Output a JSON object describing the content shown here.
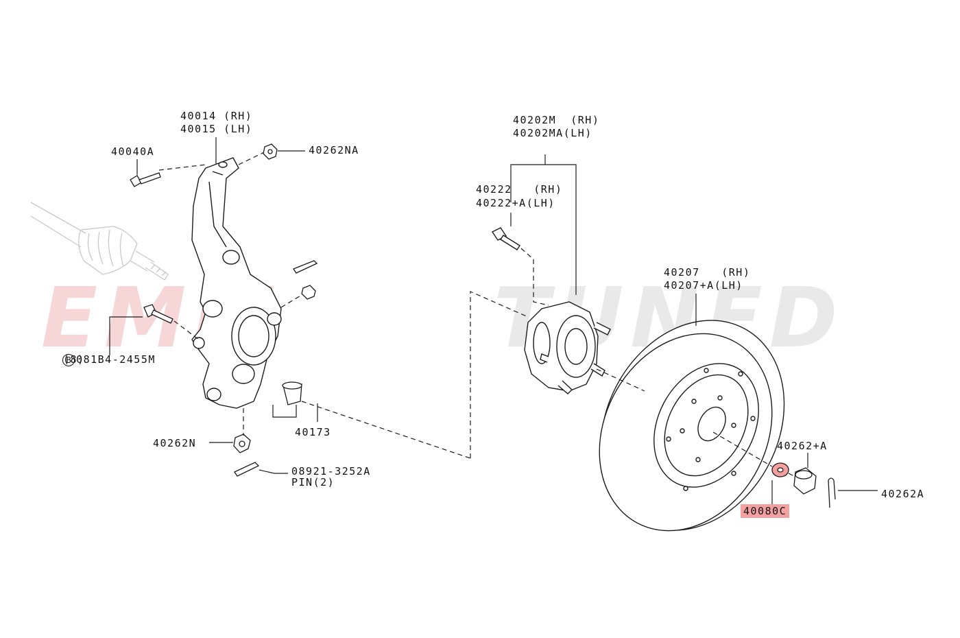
{
  "watermark": {
    "text_left": "EMM",
    "text_right": "TUNED",
    "color_left": "#f6d6d6",
    "color_right": "#e9e9e9"
  },
  "labels": {
    "knuckle_rh": "40014 (RH)",
    "knuckle_lh": "40015 (LH)",
    "bolt_40040a": "40040A",
    "nut_40262na": "40262NA",
    "bolt_081b4_mark": "B",
    "bolt_081b4": "081B4-2455M",
    "bolt_081b4_qty": "(8)",
    "nut_40262n": "40262N",
    "bushing_40173": "40173",
    "pin_08921": "08921-3252A",
    "pin_qty": "PIN(2)",
    "hub_rh": "40202M  (RH)",
    "hub_lh": "40202MA(LH)",
    "hubbolt_rh": "40222   (RH)",
    "hubbolt_lh": "40222+A(LH)",
    "rotor_rh": "40207   (RH)",
    "rotor_lh": "40207+A(LH)",
    "washer_40080c": "40080C",
    "nut_40262a_plus": "40262+A",
    "pin_40262a": "40262A"
  },
  "colors": {
    "line": "#1a1a1a",
    "highlight": "#f4a0a0",
    "driveshaft": "#c8c8c8"
  }
}
